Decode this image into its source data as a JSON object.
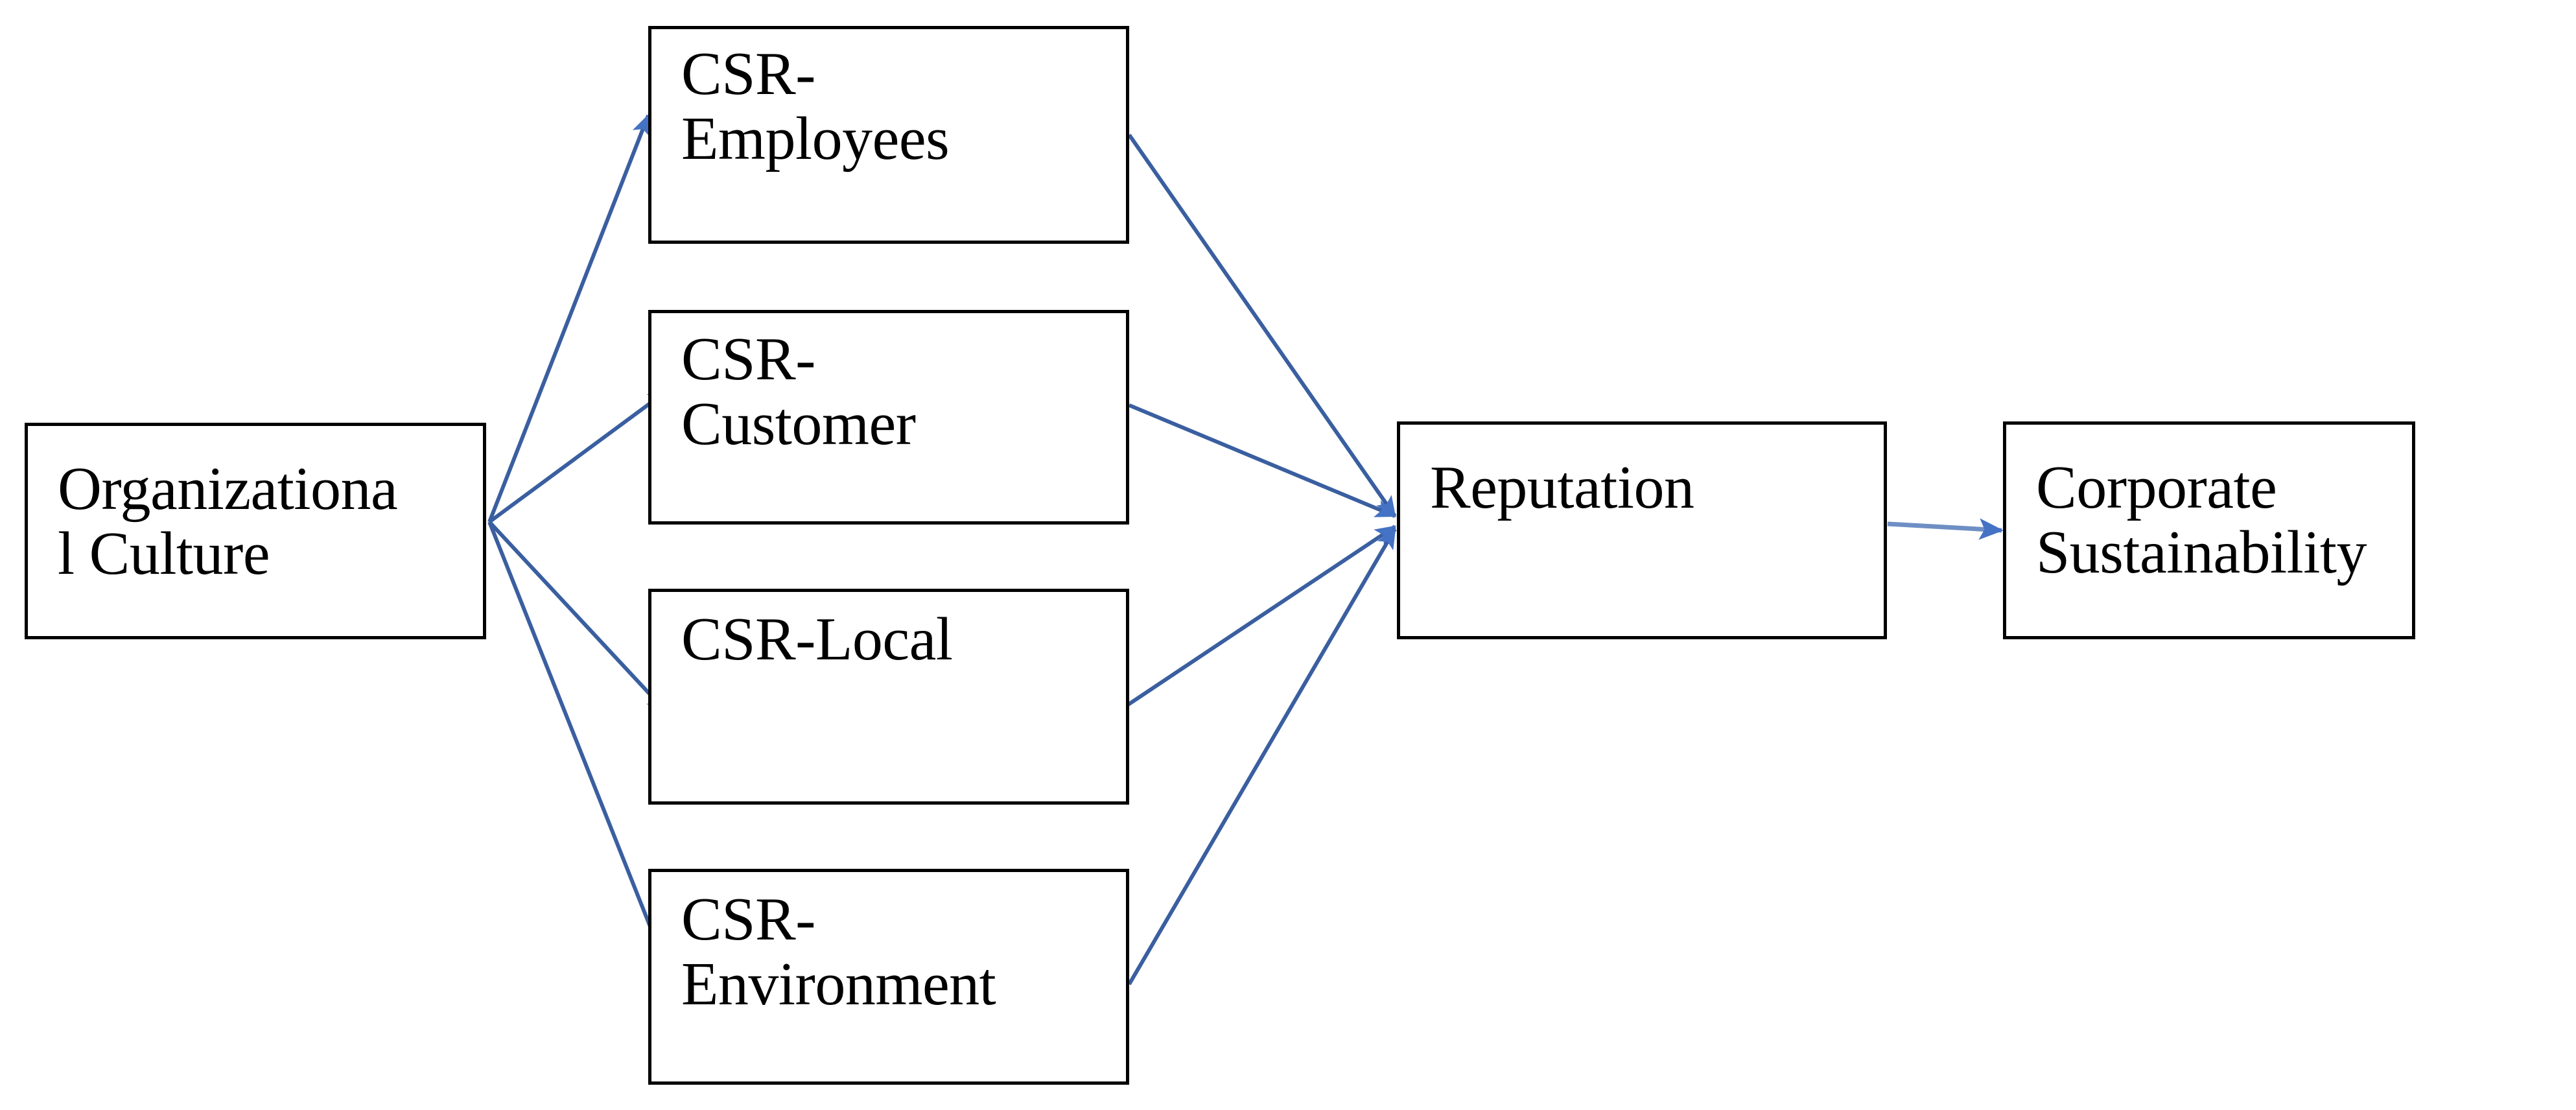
{
  "diagram": {
    "type": "conceptual-model-flow",
    "background_color": "#ffffff",
    "box_border_color": "#000000",
    "box_fill_color": "#ffffff",
    "arrow_color": "#4472c4",
    "arrow_line_color": "#3a5fa0",
    "text_color": "#000000",
    "nodes": {
      "org_culture": {
        "label": "Organizationa\nl Culture"
      },
      "csr_employees": {
        "label": "CSR-\nEmployees"
      },
      "csr_customer": {
        "label": "CSR-\nCustomer"
      },
      "csr_local": {
        "label": "CSR-Local"
      },
      "csr_environment": {
        "label": "CSR-\nEnvironment"
      },
      "reputation": {
        "label": "Reputation"
      },
      "corporate_sustainability": {
        "label": "Corporate\nSustainability"
      }
    },
    "edges": [
      {
        "from": "org_culture",
        "to": "csr_employees",
        "style": "solid-arrow"
      },
      {
        "from": "org_culture",
        "to": "csr_customer",
        "style": "solid-arrow"
      },
      {
        "from": "org_culture",
        "to": "csr_local",
        "style": "solid-arrow"
      },
      {
        "from": "org_culture",
        "to": "csr_environment",
        "style": "solid-arrow"
      },
      {
        "from": "csr_employees",
        "to": "reputation",
        "style": "solid-arrow"
      },
      {
        "from": "csr_customer",
        "to": "reputation",
        "style": "solid-arrow"
      },
      {
        "from": "csr_local",
        "to": "reputation",
        "style": "solid-arrow"
      },
      {
        "from": "csr_environment",
        "to": "reputation",
        "style": "solid-arrow"
      },
      {
        "from": "reputation",
        "to": "corporate_sustainability",
        "style": "solid-arrow"
      }
    ]
  }
}
